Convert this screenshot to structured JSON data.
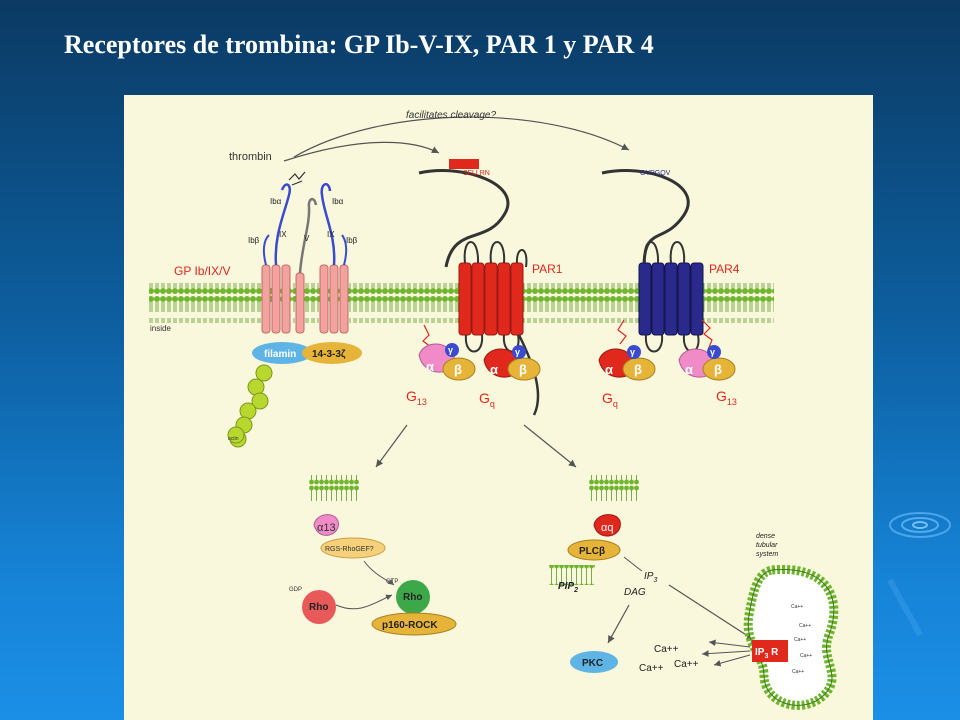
{
  "slide": {
    "title": "Receptores de trombina: GP Ib-V-IX, PAR 1 y PAR 4"
  },
  "diagram": {
    "arc_label": "facilitates cleavage?",
    "thrombin": "thrombin",
    "inside": "inside",
    "gp_label": "GP Ib/IX/V",
    "par1_label": "PAR1",
    "par4_label": "PAR4",
    "par1_seq": "SFLLRN",
    "par4_seq": "GYPGQV",
    "subunits": {
      "iba_left": "Ibα",
      "iba_right": "Ibα",
      "ix_left": "IX",
      "v": "V",
      "ix_right": "IX",
      "ibb_left": "Ibβ",
      "ibb_right": "Ibβ"
    },
    "filamin": "filamin",
    "protein_1433": "14-3-3ζ",
    "actin": "actin",
    "g_alpha": "α",
    "g_beta": "β",
    "g_gamma": "γ",
    "g13_left": "G",
    "g13_left_sub": "13",
    "gq_left": "G",
    "gq_left_sub": "q",
    "gq_right": "G",
    "gq_right_sub": "q",
    "g13_right": "G",
    "g13_right_sub": "13",
    "alpha13": "α13",
    "rhogef": "RGS-RhoGEF?",
    "gdp": "GDP",
    "gtp": "GTP",
    "rho_gdp": "Rho",
    "rho_gtp": "Rho",
    "rock": "p160-ROCK",
    "alphaq": "αq",
    "plcb": "PLCβ",
    "pip2": "PIP",
    "pip2_sub": "2",
    "ip3": "IP",
    "ip3_sub": "3",
    "dag": "DAG",
    "pkc": "PKC",
    "dts": [
      "dense",
      "tubular",
      "system"
    ],
    "ip3r": "IP",
    "ip3r_sub": "3",
    "ip3r_tail": " R",
    "ca": [
      "Ca++",
      "Ca++",
      "Ca++"
    ],
    "ca_inside": [
      "Ca++",
      "Ca++",
      "Ca++",
      "Ca++",
      "Ca++"
    ]
  },
  "colors": {
    "membrane": "#7dbf3c",
    "gp": "#f2a3a0",
    "par1": "#e0281c",
    "par4": "#2a2a8c",
    "g_alpha": "#f08bc8",
    "g_beta": "#e7b43a",
    "g_gamma": "#3a4bd0",
    "label_red": "#e0281c"
  }
}
